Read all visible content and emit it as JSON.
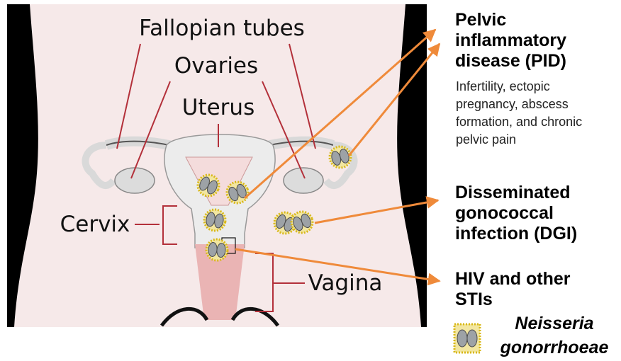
{
  "anatomy_labels": {
    "fallopian_tubes": "Fallopian tubes",
    "ovaries": "Ovaries",
    "uterus": "Uterus",
    "cervix": "Cervix",
    "vagina": "Vagina"
  },
  "outcomes": {
    "pid": {
      "title_line1": "Pelvic",
      "title_line2": "inflammatory",
      "title_line3": "disease (PID)",
      "description": "Infertility, ectopic pregnancy, abscess formation, and chronic pelvic pain"
    },
    "dgi": {
      "title_line1": "Disseminated",
      "title_line2": "gonococcal",
      "title_line3": "infection (DGI)"
    },
    "hiv": {
      "title_line1": "HIV and other",
      "title_line2": "STIs"
    }
  },
  "legend": {
    "name_line1": "Neisseria",
    "name_line2": "gonorrhoeae",
    "icon": "diplococcus-icon"
  },
  "colors": {
    "background_panel": "#000000",
    "body_fill": "#f6e9e9",
    "organ_fill": "#ececec",
    "vagina_fill": "#eab4b4",
    "leader_line": "#b3303a",
    "arrow": "#ef8a3a",
    "bacteria_outline": "#e1c21e",
    "bacteria_fill": "#9da2a6"
  }
}
